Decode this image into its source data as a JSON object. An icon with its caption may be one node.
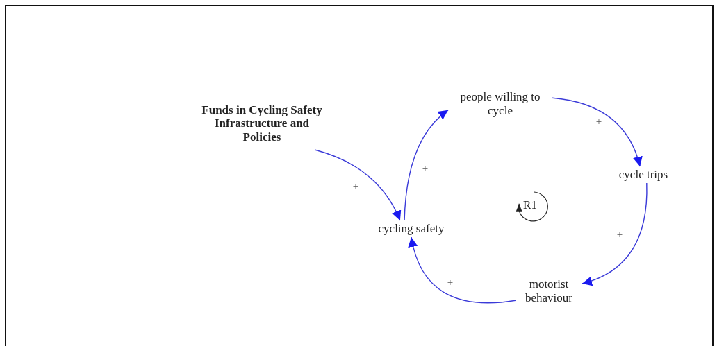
{
  "diagram": {
    "nodes": [
      {
        "text": [
          "Funds in Cycling Safety Infrastructure and Policies"
        ]
      },
      {
        "text": [
          "cycling safety"
        ]
      },
      {
        "text": [
          "people willing to cycle"
        ]
      },
      {
        "text": [
          "cycle trips"
        ]
      },
      {
        "text": [
          "motorist behaviour"
        ]
      },
      {
        "text": [
          "R1"
        ]
      }
    ],
    "edges": [
      {
        "from": 0,
        "to": 1,
        "arrow": "to",
        "label": "+"
      },
      {
        "from": 1,
        "to": 2,
        "arrow": "to",
        "label": "+"
      },
      {
        "from": 2,
        "to": 3,
        "arrow": "to",
        "label": "+"
      },
      {
        "from": 3,
        "to": 4,
        "arrow": "to",
        "label": "+"
      },
      {
        "from": 4,
        "to": 1,
        "arrow": "to",
        "label": "+"
      },
      {
        "from": 5,
        "to": 5,
        "arrow": "to",
        "color": "#222222"
      }
    ]
  }
}
